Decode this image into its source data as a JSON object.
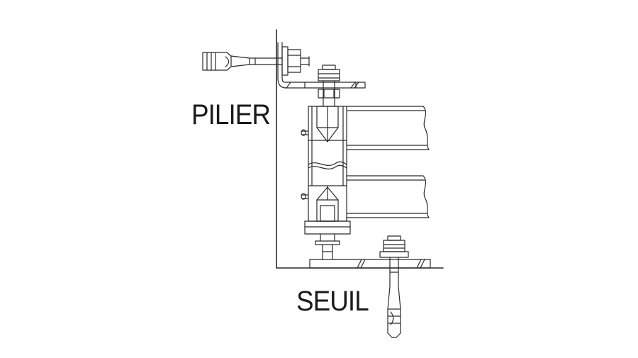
{
  "labels": {
    "pillar": "PILIER",
    "threshold": "SEUIL"
  },
  "colors": {
    "line": "#2a2a2a",
    "background": "#ffffff"
  },
  "icons": {
    "wall_anchor": "expansion-anchor-bolt-horizontal",
    "floor_anchor": "expansion-anchor-bolt-vertical",
    "hinge": "adjustable-gate-hinge"
  }
}
